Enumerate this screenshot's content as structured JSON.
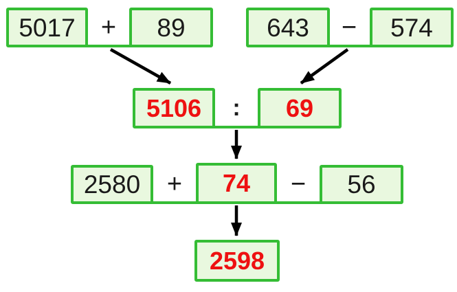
{
  "colors": {
    "background": "#ffffff",
    "box_border": "#35bd35",
    "box_fill": "#e9f8df",
    "number_black": "#1a1a1a",
    "number_red": "#ee1111",
    "arrow_black": "#000000"
  },
  "top_left_group": {
    "operand1": "5017",
    "operator": "+",
    "operand2": "89"
  },
  "top_right_group": {
    "operand1": "643",
    "operator": "−",
    "operand2": "574"
  },
  "division_group": {
    "dividend": "5106",
    "operator": ":",
    "divisor": "69"
  },
  "expression_group": {
    "operand1": "2580",
    "operator1": "+",
    "quotient": "74",
    "operator2": "−",
    "operand2": "56"
  },
  "result_group": {
    "final_result": "2598"
  }
}
